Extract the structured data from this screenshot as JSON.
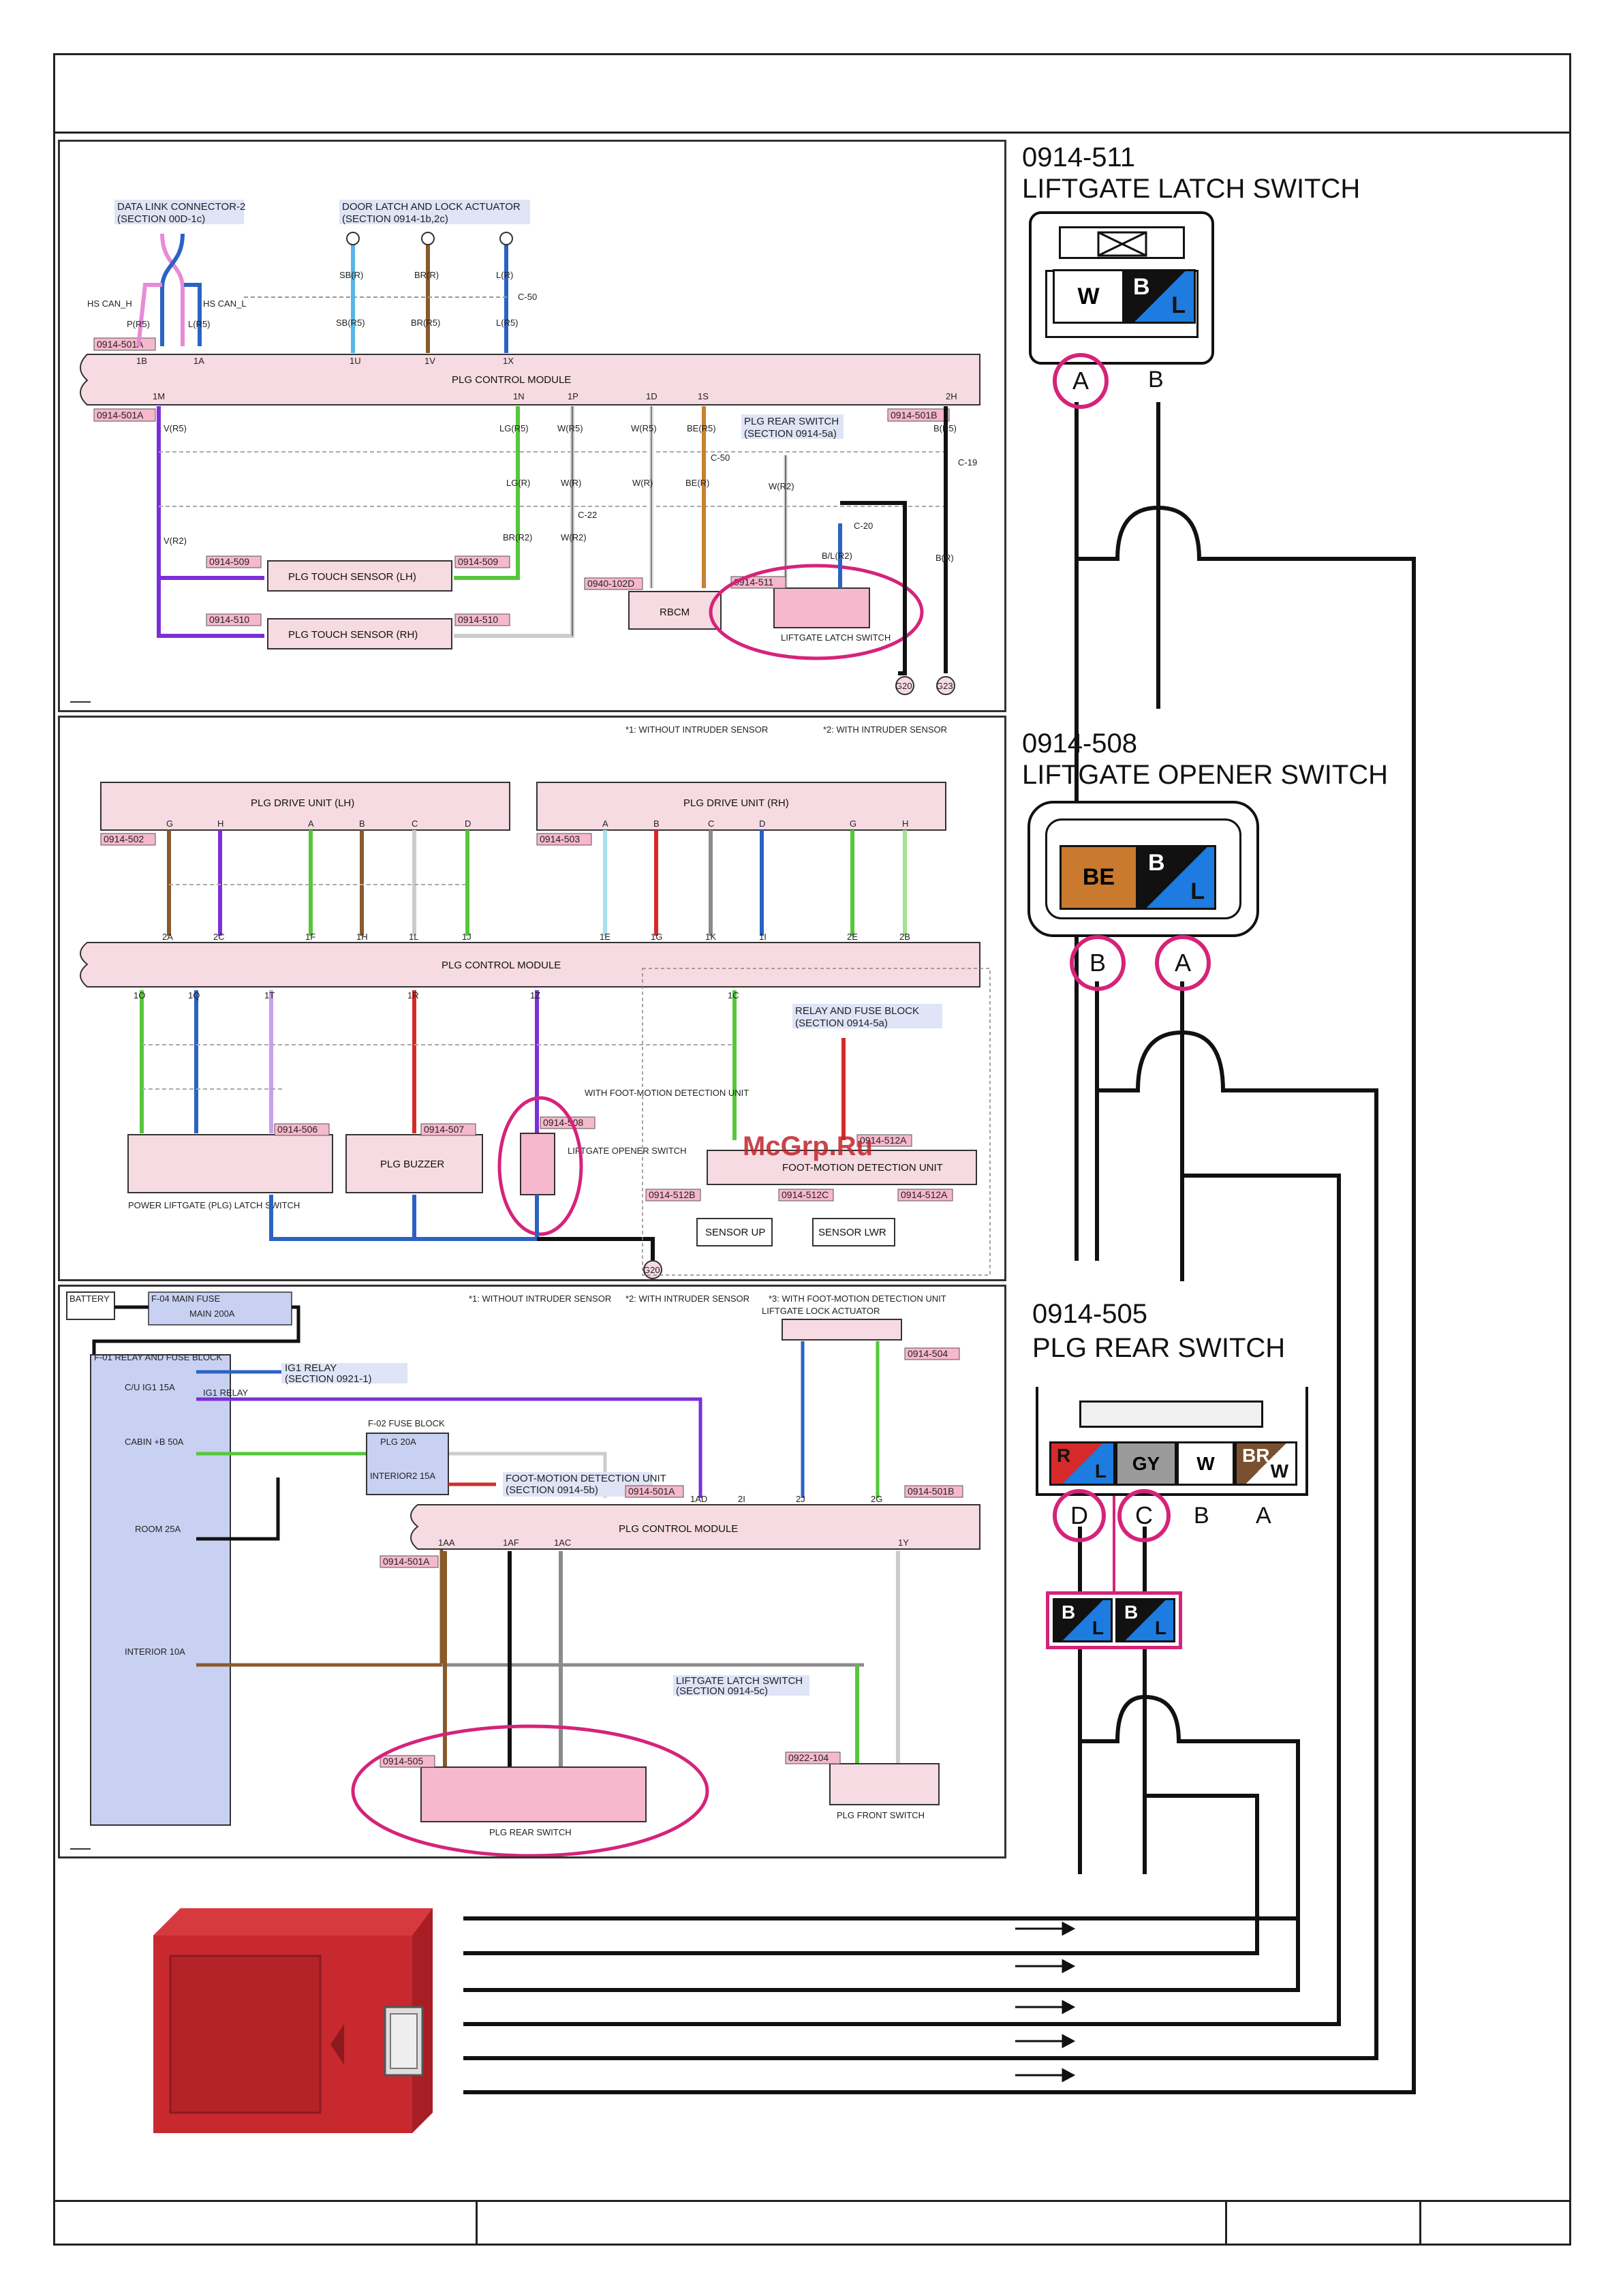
{
  "connectors": {
    "latch": {
      "code": "0914-511",
      "name": "LIFTGATE LATCH SWITCH",
      "cells": [
        "W",
        "B",
        "L"
      ],
      "pins": [
        "A",
        "B"
      ]
    },
    "opener": {
      "code": "0914-508",
      "name": "LIFTGATE OPENER SWITCH",
      "cells": [
        "BE",
        "B",
        "L"
      ],
      "pins": [
        "B",
        "A"
      ]
    },
    "rear": {
      "code": "0914-505",
      "name": "PLG REAR SWITCH",
      "cells": [
        "R",
        "L",
        "GY",
        "W",
        "BR",
        "W"
      ],
      "pins": [
        "D",
        "C",
        "B",
        "A"
      ],
      "adapter": [
        "B",
        "L",
        "B",
        "L"
      ]
    }
  },
  "diagram1": {
    "dlc_ref": "DATA LINK CONNECTOR-2",
    "dlc_section": "(SECTION 00D-1c)",
    "door_ref": "DOOR LATCH AND LOCK ACTUATOR",
    "door_section": "(SECTION 0914-1b,2c)",
    "module": "PLG CONTROL MODULE",
    "conn_a": "0914-501A",
    "conn_b": "0914-501B",
    "can_h": "HS CAN_H",
    "can_l": "HS CAN_L",
    "wires_top": [
      "P(R5)",
      "L(R5)",
      "SB(R)",
      "BR(R)",
      "L(R)",
      "SB(R5)",
      "BR(R5)",
      "L(R5)"
    ],
    "pins_top": [
      "1B",
      "1A",
      "1U",
      "1V",
      "1X"
    ],
    "pins_bottom": [
      "1M",
      "1N",
      "1P",
      "1D",
      "1S",
      "2H"
    ],
    "sensor_lh": "PLG TOUCH SENSOR (LH)",
    "sensor_rh": "PLG TOUCH SENSOR (RH)",
    "sensor_lh_code": "0914-509",
    "sensor_rh_code": "0914-510",
    "rbcm": "RBCM",
    "rbcm_code": "0940-102D",
    "rear_switch_ref": "PLG REAR SWITCH",
    "rear_switch_section": "(SECTION 0914-5a)",
    "latch_code": "0914-511",
    "latch_name": "LIFTGATE LATCH SWITCH",
    "wires_mid": [
      "V(R5)",
      "LG(R5)",
      "W(R5)",
      "W(R5)",
      "BE(R5)",
      "B(R5)",
      "V(R2)",
      "LG(R)",
      "W(R)",
      "W(R)",
      "BE(R)",
      "BR(R2)",
      "W(R2)",
      "W(R2)",
      "B/L(R2)",
      "B(R)"
    ],
    "grounds": [
      "G20",
      "G23"
    ],
    "connectors_mid": [
      "C-50",
      "C-22",
      "C-19",
      "C-20"
    ]
  },
  "diagram2": {
    "note_without": "*1: WITHOUT INTRUDER SENSOR",
    "note_with": "*2: WITH INTRUDER SENSOR",
    "drive_lh": "PLG DRIVE UNIT (LH)",
    "drive_rh": "PLG DRIVE UNIT (RH)",
    "drive_lh_code": "0914-502",
    "drive_rh_code": "0914-503",
    "module": "PLG CONTROL MODULE",
    "pins_lh": [
      "G",
      "H",
      "A",
      "B",
      "C",
      "D"
    ],
    "pins_rh": [
      "A",
      "B",
      "C",
      "D",
      "G",
      "H"
    ],
    "module_pins_top": [
      "2A",
      "2C",
      "1F",
      "1H",
      "1L",
      "1J",
      "1E",
      "1G",
      "1K",
      "1I",
      "2E",
      "2B"
    ],
    "module_pins_bottom": [
      "1O",
      "1Q",
      "1T",
      "1R",
      "1Z",
      "1C"
    ],
    "latch_unit": "POWER LIFTGATE (PLG) LATCH SWITCH",
    "latch_unit_code": "0914-506",
    "buzzer": "PLG BUZZER",
    "buzzer_code": "0914-507",
    "opener": "LIFTGATE OPENER SWITCH",
    "opener_code": "0914-508",
    "foot_note": "WITH FOOT-MOTION DETECTION UNIT",
    "relay_ref": "RELAY AND FUSE BLOCK",
    "relay_section": "(SECTION 0914-5a)",
    "foot_unit": "FOOT-MOTION DETECTION UNIT",
    "foot_codes": [
      "0914-512A",
      "0914-512B",
      "0914-512C"
    ],
    "sensor_up": "SENSOR UP",
    "sensor_lwr": "SENSOR LWR",
    "ground": "G20"
  },
  "diagram3": {
    "battery": "BATTERY",
    "main_fuse": "F-04 MAIN FUSE",
    "main_fuse_rating": "MAIN 200A",
    "relay_block": "F-01 RELAY AND FUSE BLOCK",
    "note_without": "*1: WITHOUT INTRUDER SENSOR",
    "note_with": "*2: WITH INTRUDER SENSOR",
    "note_foot": "*3: WITH FOOT-MOTION DETECTION UNIT",
    "fuses": [
      "C/U IG1 15A",
      "CABIN +B 50A",
      "ROOM 25A",
      "INTERIOR 10A"
    ],
    "ig1_relay": "IG1 RELAY",
    "ig1_section": "(SECTION 0921-1)",
    "fuse_block": "F-02 FUSE BLOCK",
    "fuse_block_items": [
      "PLG 20A",
      "INTERIOR2 15A"
    ],
    "foot_ref": "FOOT-MOTION DETECTION UNIT",
    "foot_section": "(SECTION 0914-5b)",
    "lock_actuator": "LIFTGATE LOCK ACTUATOR",
    "lock_code": "0914-504",
    "module": "PLG CONTROL MODULE",
    "module_code": "0914-501A",
    "module_code_b": "0914-501B",
    "module_pins": [
      "1AA",
      "1AF",
      "1AC",
      "1Y",
      "1AD",
      "2I",
      "2J",
      "2G"
    ],
    "rear_switch": "PLG REAR SWITCH",
    "rear_switch_code": "0914-505",
    "latch_ref": "LIFTGATE LATCH SWITCH",
    "latch_section": "(SECTION 0914-5c)",
    "front_switch": "PLG FRONT SWITCH",
    "front_switch_code": "0922-104"
  },
  "watermark": "McGrp.Ru",
  "colors": {
    "magenta": "#d6237a",
    "module_fill": "#f7dbe2",
    "wire_violet": "#7b2fd8",
    "wire_brown": "#8a5a2b",
    "wire_green": "#55c83a",
    "wire_blue": "#2b63c4",
    "wire_red": "#d62a2a",
    "wire_gray": "#8b8b8b",
    "wire_skyblue": "#55b6ea",
    "ecu_red": "#c8292e"
  }
}
